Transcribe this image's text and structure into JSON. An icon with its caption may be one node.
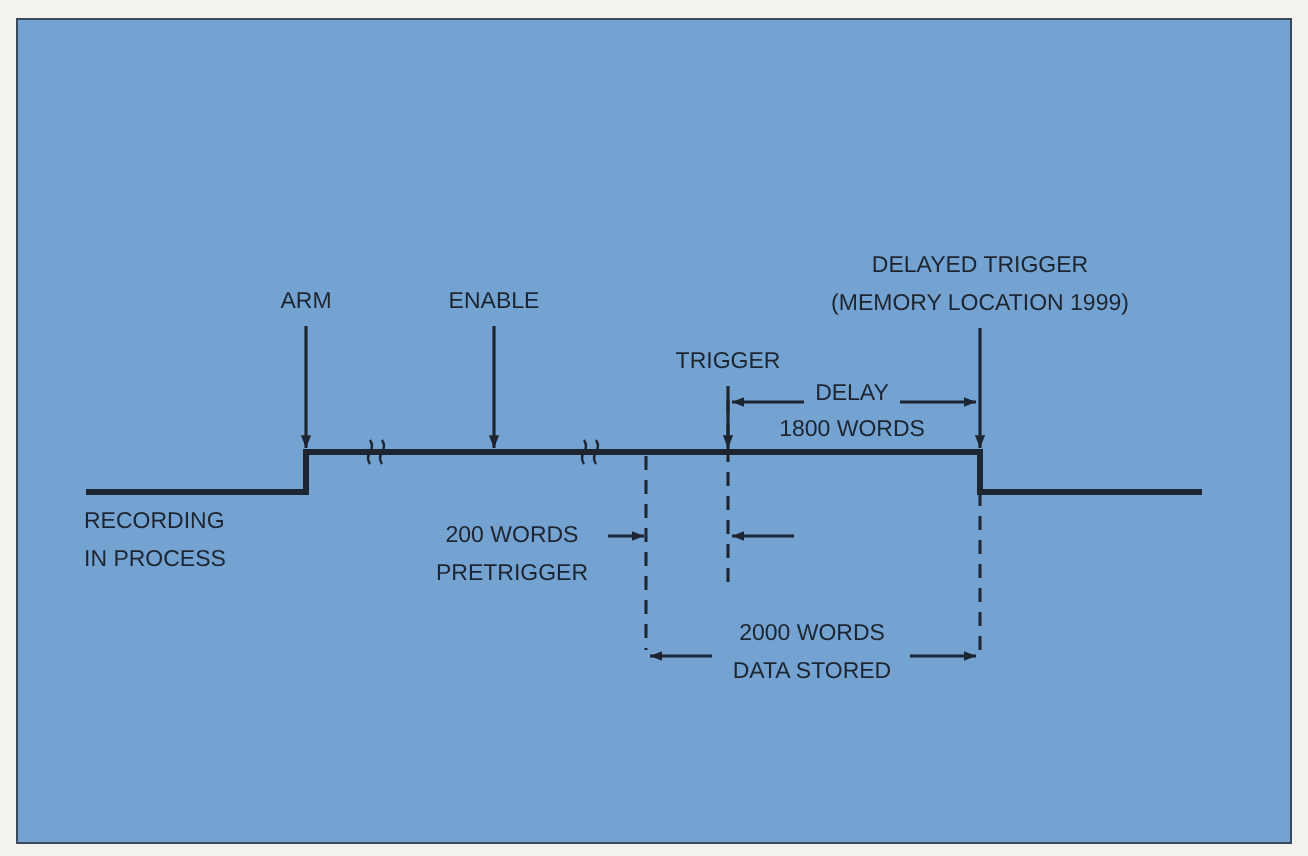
{
  "diagram": {
    "nodes": [
      {
        "text": [
          "ARM"
        ]
      },
      {
        "text": [
          "ENABLE"
        ]
      },
      {
        "text": [
          "TRIGGER"
        ]
      },
      {
        "text": [
          "DELAYED TRIGGER (MEMORY LOCATION 1999)"
        ]
      }
    ],
    "edges": [
      {
        "from": 0,
        "to": null,
        "arrow": "to"
      },
      {
        "from": 1,
        "to": null,
        "arrow": "to"
      },
      {
        "from": 2,
        "to": null,
        "arrow": "to"
      },
      {
        "from": 3,
        "to": null,
        "arrow": "to"
      }
    ],
    "labels": [
      "RECORDING IN PROCESS",
      "DELAY",
      "1800 WORDS",
      "200 WORDS PRETRIGGER",
      "2000 WORDS DATA STORED"
    ]
  }
}
